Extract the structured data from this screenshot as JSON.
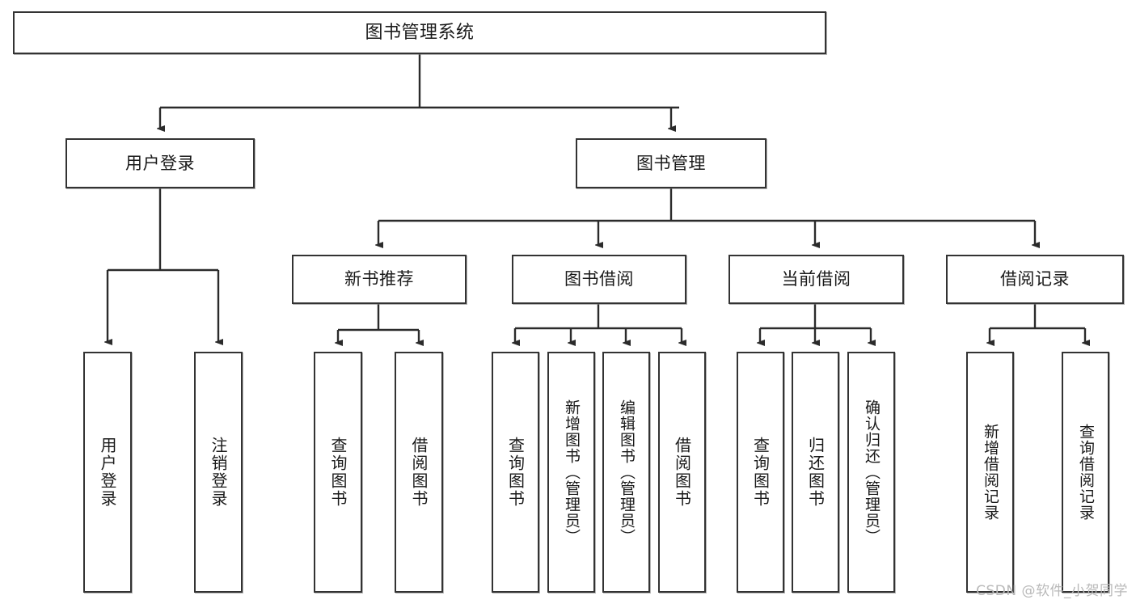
{
  "diagram": {
    "title": "图书管理系统",
    "type": "tree",
    "watermark": "CSDN @软件_小贺同学",
    "colors": {
      "box_border": "#333333",
      "box_fill": "#ffffff",
      "edge": "#2b2b2b",
      "text": "#1a1a1a",
      "watermark": "#b9b9b9"
    },
    "levels": {
      "root": "图书管理系统",
      "level2": [
        "用户登录",
        "图书管理"
      ],
      "level3": [
        "新书推荐",
        "图书借阅",
        "当前借阅",
        "借阅记录"
      ]
    },
    "nodes": {
      "root": {
        "label": "图书管理系统"
      },
      "user_login": {
        "label": "用户登录"
      },
      "book_manage": {
        "label": "图书管理"
      },
      "new_book_rec": {
        "label": "新书推荐"
      },
      "book_borrow": {
        "label": "图书借阅"
      },
      "current_borrow": {
        "label": "当前借阅"
      },
      "borrow_record": {
        "label": "借阅记录"
      },
      "leaf_user_login": {
        "label": "用户登录"
      },
      "leaf_logout": {
        "label": "注销登录"
      },
      "leaf_query_book_1": {
        "label": "查询图书"
      },
      "leaf_borrow_book_1": {
        "label": "借阅图书"
      },
      "leaf_query_book_2": {
        "label": "查询图书"
      },
      "leaf_add_book": {
        "label": "新增图书（管理员）"
      },
      "leaf_edit_book": {
        "label": "编辑图书（管理员）"
      },
      "leaf_borrow_book_2": {
        "label": "借阅图书"
      },
      "leaf_query_book_3": {
        "label": "查询图书"
      },
      "leaf_return_book": {
        "label": "归还图书"
      },
      "leaf_confirm_return": {
        "label": "确认归还（管理员）"
      },
      "leaf_add_record": {
        "label": "新增借阅记录"
      },
      "leaf_query_record": {
        "label": "查询借阅记录"
      }
    },
    "edges": [
      {
        "from": "root",
        "to": "用户登录"
      },
      {
        "from": "root",
        "to": "图书管理"
      },
      {
        "from": "用户登录",
        "to": "用户登录(叶)"
      },
      {
        "from": "用户登录",
        "to": "注销登录"
      },
      {
        "from": "图书管理",
        "to": "新书推荐"
      },
      {
        "from": "图书管理",
        "to": "图书借阅"
      },
      {
        "from": "图书管理",
        "to": "当前借阅"
      },
      {
        "from": "图书管理",
        "to": "借阅记录"
      },
      {
        "from": "新书推荐",
        "to": "查询图书"
      },
      {
        "from": "新书推荐",
        "to": "借阅图书"
      },
      {
        "from": "图书借阅",
        "to": "查询图书"
      },
      {
        "from": "图书借阅",
        "to": "新增图书（管理员）"
      },
      {
        "from": "图书借阅",
        "to": "编辑图书（管理员）"
      },
      {
        "from": "图书借阅",
        "to": "借阅图书"
      },
      {
        "from": "当前借阅",
        "to": "查询图书"
      },
      {
        "from": "当前借阅",
        "to": "归还图书"
      },
      {
        "from": "当前借阅",
        "to": "确认归还（管理员）"
      },
      {
        "from": "借阅记录",
        "to": "新增借阅记录"
      },
      {
        "from": "借阅记录",
        "to": "查询借阅记录"
      }
    ]
  }
}
